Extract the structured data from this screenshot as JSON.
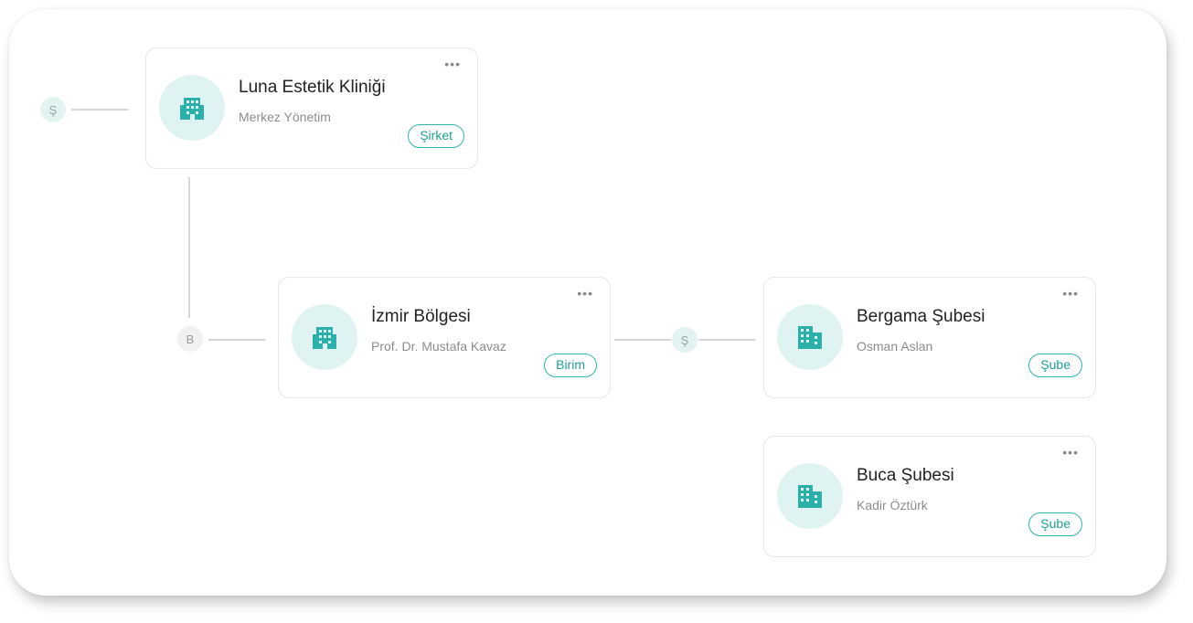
{
  "colors": {
    "accent": "#2fb5ad",
    "icon": "#2bb1a9",
    "icon_bg": "#dff3f2"
  },
  "connectors": {
    "root": "Ş",
    "izmir_left": "B",
    "izmir_right": "Ş"
  },
  "nodes": {
    "luna": {
      "title": "Luna Estetik Kliniği",
      "subtitle": "Merkez Yönetim",
      "badge": "Şirket",
      "menu": "•••",
      "icon": "building-icon"
    },
    "izmir": {
      "title": "İzmir Bölgesi",
      "subtitle": "Prof. Dr. Mustafa Kavaz",
      "badge": "Birim",
      "menu": "•••",
      "icon": "building-icon"
    },
    "bergama": {
      "title": "Bergama Şubesi",
      "subtitle": "Osman Aslan",
      "badge": "Şube",
      "menu": "•••",
      "icon": "office-building-icon"
    },
    "buca": {
      "title": "Buca Şubesi",
      "subtitle": "Kadir Öztürk",
      "badge": "Şube",
      "menu": "•••",
      "icon": "office-building-icon"
    }
  }
}
